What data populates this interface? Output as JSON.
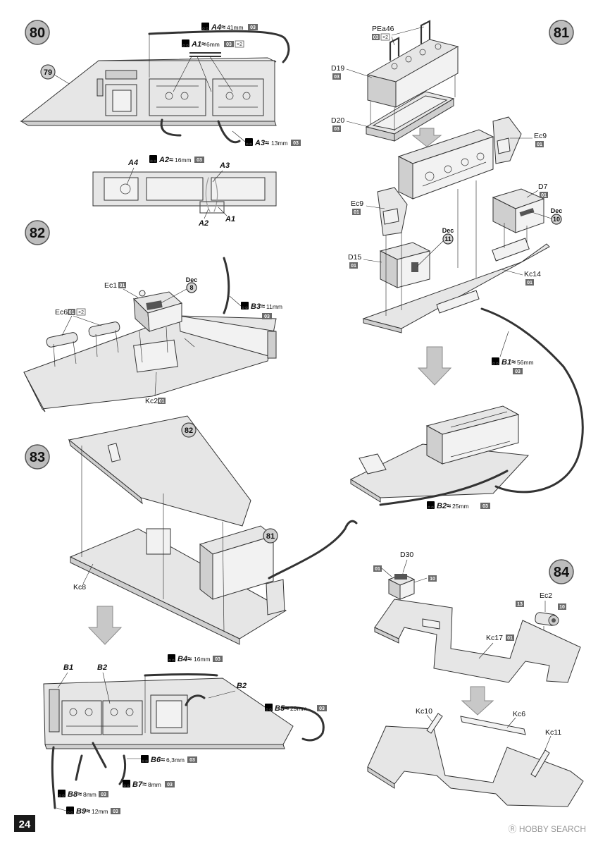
{
  "page_number": "24",
  "watermark": "Ⓡ HOBBY SEARCH",
  "steps": {
    "s80": {
      "number": "80",
      "ref": "79",
      "wires": {
        "a4": {
          "id": "A4≈",
          "len": "41mm",
          "sprue": "03"
        },
        "a1": {
          "id": "A1≈",
          "len": "6mm",
          "sprue": "03",
          "qty": "×2"
        },
        "a2": {
          "id": "A2≈",
          "len": "16mm",
          "sprue": "03"
        },
        "a3": {
          "id": "A3≈",
          "len": "13mm",
          "sprue": "03"
        }
      },
      "detail": {
        "a4": "A4",
        "a3": "A3",
        "a2": "A2",
        "a1": "A1"
      }
    },
    "s81": {
      "number": "81",
      "parts": {
        "pea46": {
          "label": "PEa46",
          "sprue": "03",
          "qty": "×2"
        },
        "d19": {
          "label": "D19",
          "sprue": "03"
        },
        "d20": {
          "label": "D20",
          "sprue": "03"
        },
        "ec9a": {
          "label": "Ec9",
          "sprue": "01"
        },
        "ec9b": {
          "label": "Ec9",
          "sprue": "01"
        },
        "d7": {
          "label": "D7",
          "sprue": "01"
        },
        "d15": {
          "label": "D15",
          "sprue": "01"
        },
        "kc14": {
          "label": "Kc14",
          "sprue": "01"
        }
      },
      "decals": {
        "dec10": {
          "word": "Dec",
          "num": "10"
        },
        "dec11": {
          "word": "Dec",
          "num": "11"
        }
      },
      "wires": {
        "b1": {
          "id": "B1≈",
          "len": "56mm",
          "sprue": "03"
        },
        "b2": {
          "id": "B2≈",
          "len": "25mm",
          "sprue": "03"
        }
      }
    },
    "s82": {
      "number": "82",
      "parts": {
        "ec1": {
          "label": "Ec1",
          "sprue": "01"
        },
        "ec6": {
          "label": "Ec6",
          "sprue": "01",
          "qty": "×2"
        },
        "kc2": {
          "label": "Kc2",
          "sprue": "01"
        }
      },
      "decals": {
        "dec8": {
          "word": "Dec",
          "num": "8"
        }
      },
      "wires": {
        "b3": {
          "id": "B3≈",
          "len": "11mm",
          "sprue": "03"
        }
      }
    },
    "s83": {
      "number": "83",
      "ref82": "82",
      "ref81": "81",
      "parts": {
        "kc8": {
          "label": "Kc8"
        }
      },
      "wires": {
        "b4": {
          "id": "B4≈",
          "len": "16mm",
          "sprue": "03"
        },
        "b5": {
          "id": "B5≈",
          "len": "29mm",
          "sprue": "03"
        },
        "b6": {
          "id": "B6≈",
          "len": "6,3mm",
          "sprue": "03"
        },
        "b7": {
          "id": "B7≈",
          "len": "8mm",
          "sprue": "03"
        },
        "b8": {
          "id": "B8≈",
          "len": "8mm",
          "sprue": "03"
        },
        "b9": {
          "id": "B9≈",
          "len": "12mm",
          "sprue": "03"
        }
      },
      "callouts": {
        "b1": "B1",
        "b2a": "B2",
        "b2b": "B2"
      }
    },
    "s84": {
      "number": "84",
      "parts": {
        "d30": {
          "label": "D30",
          "sprue_left": "01",
          "sprue_right": "10"
        },
        "ec2": {
          "label": "Ec2",
          "sprue_left": "13",
          "sprue_right": "10"
        },
        "kc17": {
          "label": "Kc17",
          "sprue": "01"
        },
        "kc10": {
          "label": "Kc10"
        },
        "kc6": {
          "label": "Kc6"
        },
        "kc11": {
          "label": "Kc11"
        }
      }
    }
  }
}
